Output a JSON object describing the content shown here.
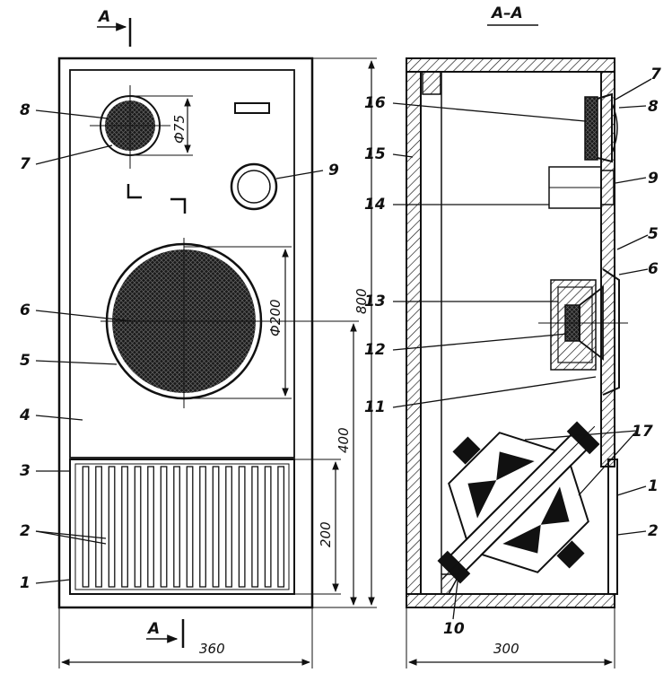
{
  "section_label": "A",
  "section_title": "A–A",
  "dimensions": {
    "width_front": "360",
    "depth": "300",
    "height": "800",
    "h400": "400",
    "h200": "200",
    "d75": "Ф75",
    "d200": "Ф200"
  },
  "labels": {
    "front": [
      "8",
      "7",
      "9",
      "6",
      "5",
      "4",
      "3",
      "2",
      "1"
    ],
    "side": [
      "16",
      "15",
      "14",
      "13",
      "12",
      "11",
      "10",
      "7",
      "8",
      "9",
      "5",
      "6",
      "17",
      "1",
      "2"
    ]
  },
  "colors": {
    "ink": "#111111",
    "paper": "#ffffff"
  }
}
